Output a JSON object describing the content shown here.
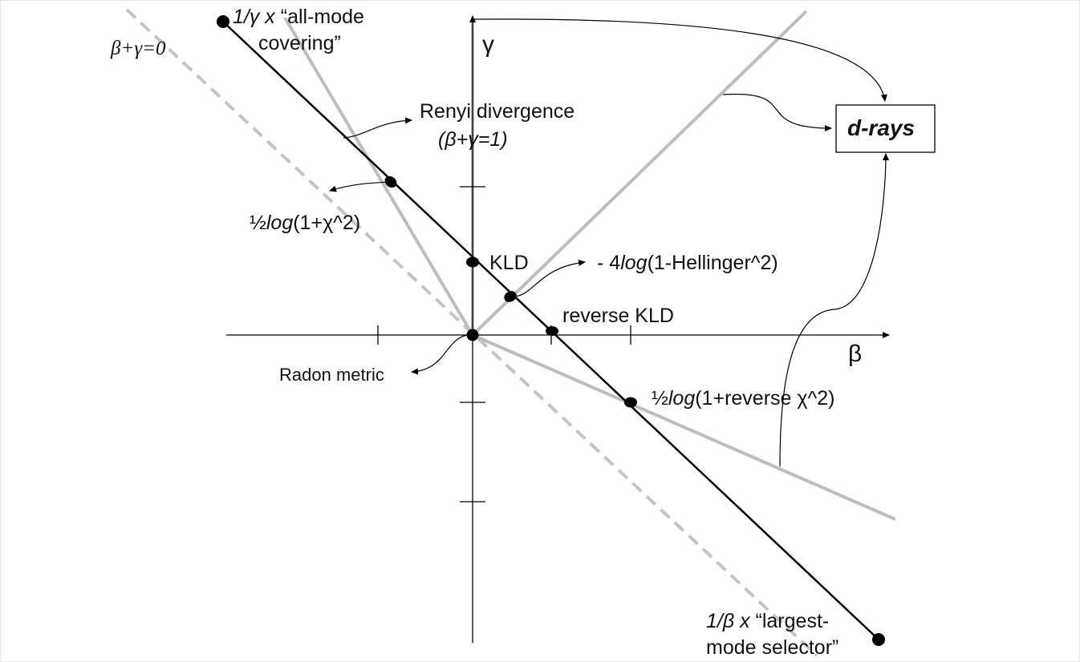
{
  "axes": {
    "x_label": "β",
    "y_label": "γ"
  },
  "labels": {
    "sum_zero": "β+γ=0",
    "top_coef": "1/γ x",
    "top_line1": " “all-mode",
    "top_line2": "covering”",
    "renyi_line1": "Renyi divergence",
    "renyi_line2": "(β+γ=1)",
    "chi_half": "½",
    "chi_log": "log",
    "chi_rest": "(1+χ^2)",
    "kld": "KLD",
    "hell_prefix": "- 4",
    "hell_log": "log",
    "hell_rest": "(1-Hellinger^2)",
    "reverse_kld": "reverse KLD",
    "radon": "Radon metric",
    "rchi_half": "½",
    "rchi_log": "log",
    "rchi_rest": "(1+reverse χ^2)",
    "bottom_coef": "1/β x",
    "bottom_line1": " “largest-",
    "bottom_line2": "mode selector”",
    "d_rays": "d-rays"
  },
  "colors": {
    "ink": "#000000",
    "ray": "#bdbdbd",
    "dashed": "#c4c4c4"
  }
}
